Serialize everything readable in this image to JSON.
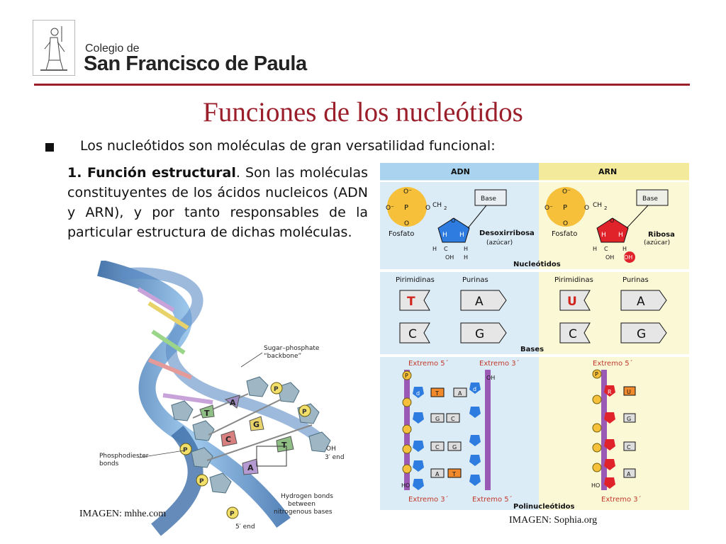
{
  "header": {
    "school_line1": "Colegio de",
    "school_line2": "San Francisco de Paula"
  },
  "slide": {
    "title": "Funciones de los nucleótidos",
    "bullet": "Los nucleótidos son moléculas de gran versatilidad funcional:",
    "point_heading": "1. Función estructural",
    "point_body": ". Son las moléculas constituyentes de los ácidos nucleicos (ADN y ARN), y por tanto responsables de la particular estructura de dichas moléculas."
  },
  "dna_figure": {
    "labels": {
      "backbone": "Sugar–phosphate",
      "backbone2": "“backbone”",
      "phosphodiester": "Phosphodiester",
      "phosphodiester2": "bonds",
      "hydrogen": "Hydrogen bonds",
      "hydrogen2": "between",
      "hydrogen3": "nitrogenous bases",
      "oh_end": "OH",
      "three_end": "3′ end",
      "five_end": "5′ end",
      "p": "P",
      "base_a": "A",
      "base_t": "T",
      "base_g": "G",
      "base_c": "C"
    },
    "credit": "IMAGEN: mhhe.com"
  },
  "chart_figure": {
    "col_adn": "ADN",
    "col_arn": "ARN",
    "phosphate_o_minus": "O⁻",
    "phosphate_p": "P",
    "phosphate_o": "O",
    "ch2": "CH",
    "ch2_sub": "2",
    "base_box": "Base",
    "fosfato": "Fosfato",
    "desoxirribosa": "Desoxirribosa",
    "ribosa": "Ribosa",
    "azucar": "(azúcar)",
    "oh": "OH",
    "h": "H",
    "c_atom": "C",
    "nucleotidos": "Nucleótidos",
    "pirimidinas": "Pirimidinas",
    "purinas": "Purinas",
    "bases_label": "Bases",
    "t": "T",
    "a": "A",
    "u": "U",
    "c": "C",
    "g": "G",
    "extremo5": "Extremo 5´",
    "extremo3": "Extremo 3´",
    "ho": "HO",
    "d": "d",
    "r": "R",
    "polinucleotidos": "Polinucleótidos",
    "credit": "IMAGEN: Sophia.org",
    "colors": {
      "adn_bg": "#dcecf7",
      "arn_bg": "#fbf8d6",
      "header_bg": "#a9d3ee",
      "sugar_blue": "#2e7ce0",
      "sugar_red": "#e0232b",
      "phosphate": "#f6c03a"
    }
  }
}
